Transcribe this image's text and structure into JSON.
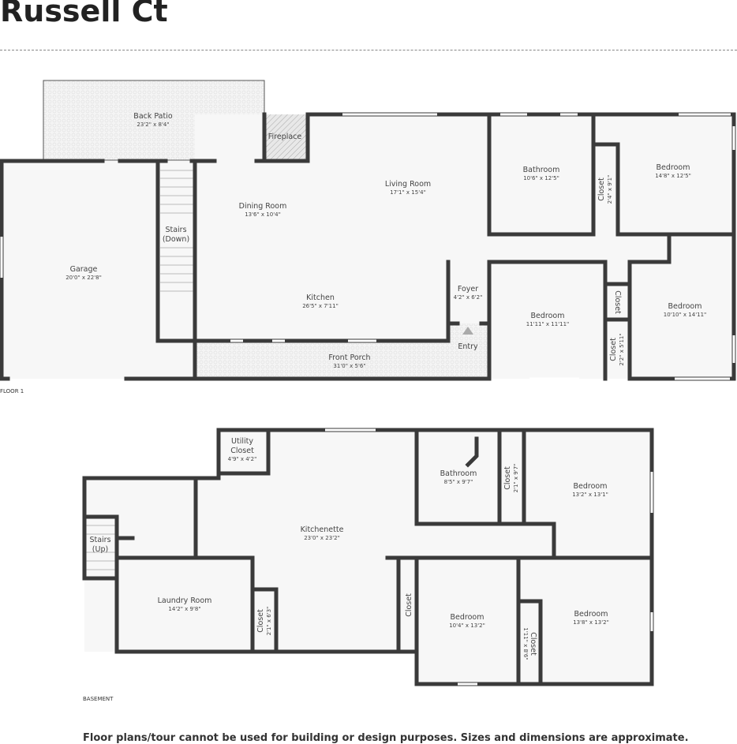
{
  "title": "Russell Ct",
  "footer": "Floor plans/tour cannot be used for building or design purposes. Sizes and dimensions are approximate.",
  "floors": {
    "floor1": {
      "label": "FLOOR 1",
      "rooms": {
        "back_patio": {
          "name": "Back Patio",
          "dim": "23'2\" x 8'4\""
        },
        "fireplace": {
          "name": "Fireplace"
        },
        "garage": {
          "name": "Garage",
          "dim": "20'0\" x 22'8\""
        },
        "stairs": {
          "name1": "Stairs",
          "name2": "(Down)"
        },
        "dining": {
          "name": "Dining Room",
          "dim": "13'6\" x 10'4\""
        },
        "living": {
          "name": "Living Room",
          "dim": "17'1\" x 15'4\""
        },
        "kitchen": {
          "name": "Kitchen",
          "dim": "26'5\" x 7'11\""
        },
        "foyer": {
          "name": "Foyer",
          "dim": "4'2\" x 6'2\""
        },
        "entry": {
          "name": "Entry"
        },
        "front_porch": {
          "name": "Front Porch",
          "dim": "31'0\" x 5'6\""
        },
        "bathroom": {
          "name": "Bathroom",
          "dim": "10'6\" x 12'5\""
        },
        "closet_a": {
          "name": "Closet",
          "dim": "2'4\" x 9'1\""
        },
        "bedroom_a": {
          "name": "Bedroom",
          "dim": "14'8\" x 12'5\""
        },
        "bedroom_b": {
          "name": "Bedroom",
          "dim": "11'11\" x 11'11\""
        },
        "closet_b": {
          "name": "Closet"
        },
        "closet_c": {
          "name": "Closet",
          "dim": "2'2\" x 5'11\""
        },
        "bedroom_c": {
          "name": "Bedroom",
          "dim": "10'10\" x 14'11\""
        }
      }
    },
    "basement": {
      "label": "BASEMENT",
      "rooms": {
        "utility": {
          "name1": "Utility",
          "name2": "Closet",
          "dim": "4'9\" x 4'2\""
        },
        "stairs": {
          "name1": "Stairs",
          "name2": "(Up)"
        },
        "kitchenette": {
          "name": "Kitchenette",
          "dim": "23'0\" x 23'2\""
        },
        "laundry": {
          "name": "Laundry Room",
          "dim": "14'2\" x 9'8\""
        },
        "closet_a": {
          "name": "Closet",
          "dim": "2'1\" x 6'3\""
        },
        "closet_b": {
          "name": "Closet"
        },
        "bathroom": {
          "name": "Bathroom",
          "dim": "8'5\" x 9'7\""
        },
        "closet_c": {
          "name": "Closet",
          "dim": "2'1\" x 9'7\""
        },
        "bedroom_a": {
          "name": "Bedroom",
          "dim": "13'2\" x 13'1\""
        },
        "bedroom_b": {
          "name": "Bedroom",
          "dim": "10'4\" x 13'2\""
        },
        "closet_d": {
          "name": "Closet",
          "dim": "1'11\" x 8'6\""
        },
        "bedroom_c": {
          "name": "Bedroom",
          "dim": "13'8\" x 13'2\""
        }
      }
    }
  }
}
